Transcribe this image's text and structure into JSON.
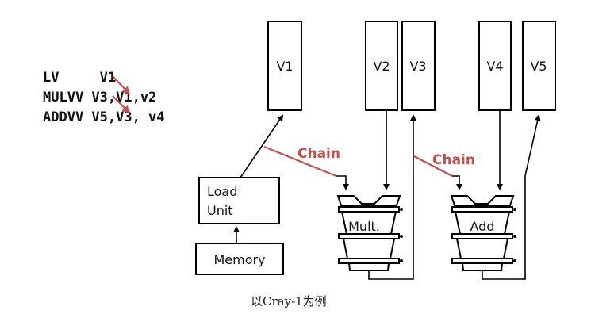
{
  "code": {
    "line1": "LV     V1",
    "line2": "MULVV V3,V1,v2",
    "line3": "ADDVV V5,V3, v4"
  },
  "registers": {
    "v1": "V1",
    "v2": "V2",
    "v3": "V3",
    "v4": "V4",
    "v5": "V5"
  },
  "units": {
    "load_line1": "Load",
    "load_line2": "Unit",
    "memory": "Memory",
    "mult": "Mult.",
    "add": "Add"
  },
  "chain_labels": {
    "first": "Chain",
    "second": "Chain"
  },
  "caption": "以Cray-1为例",
  "colors": {
    "chain": "#c0504d",
    "line": "#000000"
  }
}
